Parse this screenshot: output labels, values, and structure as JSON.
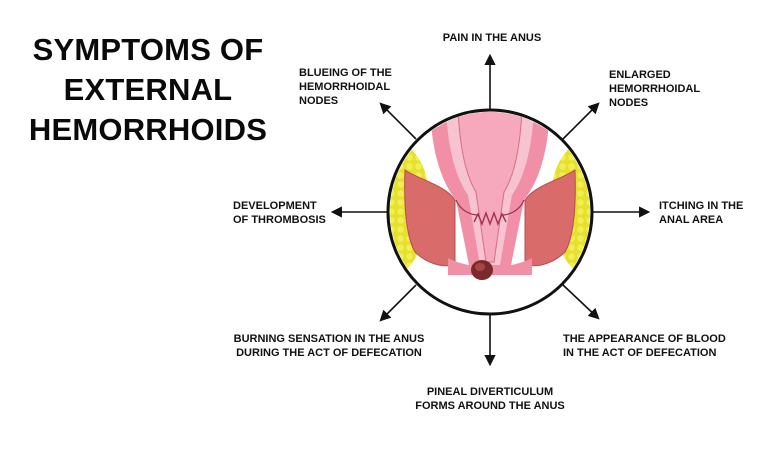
{
  "title": {
    "lines": [
      "SYMPTOMS OF",
      "EXTERNAL",
      "HEMORRHOIDS"
    ]
  },
  "symptoms": {
    "pain": {
      "lines": [
        "PAIN IN THE ANUS"
      ]
    },
    "enlarged": {
      "lines": [
        "ENLARGED",
        "HEMORRHOIDAL",
        "NODES"
      ]
    },
    "itching": {
      "lines": [
        "ITCHING IN THE",
        "ANAL AREA"
      ]
    },
    "blood": {
      "lines": [
        "THE APPEARANCE OF BLOOD",
        "IN THE ACT OF DEFECATION"
      ]
    },
    "diverticulum": {
      "lines": [
        "PINEAL DIVERTICULUM",
        "FORMS AROUND THE ANUS"
      ]
    },
    "burning": {
      "lines": [
        "BURNING SENSATION IN THE ANUS",
        "DURING THE ACT OF DEFECATION"
      ]
    },
    "thrombosis": {
      "lines": [
        "DEVELOPMENT",
        "OF THROMBOSIS"
      ]
    },
    "blueing": {
      "lines": [
        "BLUEING OF THE",
        "HEMORRHOIDAL",
        "NODES"
      ]
    }
  },
  "colors": {
    "fat_yellow": "#e6e12c",
    "muscle": "#d96b6b",
    "mucosa": "#f08fa6",
    "mucosa_light": "#f7c3d0",
    "lumen": "#f6a8bc",
    "hemorrhoid": "#7a2a2a"
  }
}
